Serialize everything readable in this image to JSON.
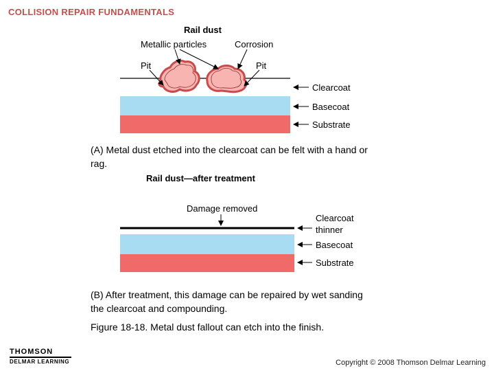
{
  "header": {
    "title": "COLLISION REPAIR FUNDAMENTALS"
  },
  "diagram_a": {
    "title": "Rail dust",
    "labels": {
      "metallic": "Metallic particles",
      "corrosion": "Corrosion",
      "pit_left": "Pit",
      "pit_right": "Pit",
      "clearcoat": "Clearcoat",
      "basecoat": "Basecoat",
      "substrate": "Substrate"
    },
    "caption": "(A) Metal dust etched into the clearcoat can be felt with a hand or rag."
  },
  "diagram_b": {
    "title": "Rail dust—after treatment",
    "labels": {
      "damage_removed": "Damage removed",
      "clearcoat_line1": "Clearcoat",
      "clearcoat_line2": "thinner",
      "basecoat": "Basecoat",
      "substrate": "Substrate"
    },
    "caption": "(B) After treatment, this damage can be repaired by wet sanding the clearcoat and compounding."
  },
  "figure_caption": "Figure 18-18.  Metal dust fallout can etch into the finish.",
  "logo": {
    "line1": "THOMSON",
    "line2": "DELMAR LEARNING"
  },
  "copyright": "Copyright © 2008 Thomson Delmar Learning",
  "colors": {
    "header": "#c0504d",
    "basecoat": "#a8dcf3",
    "substrate": "#f06a6a",
    "particle": "#f7b4b0",
    "particle_edge": "#c94a4a"
  }
}
